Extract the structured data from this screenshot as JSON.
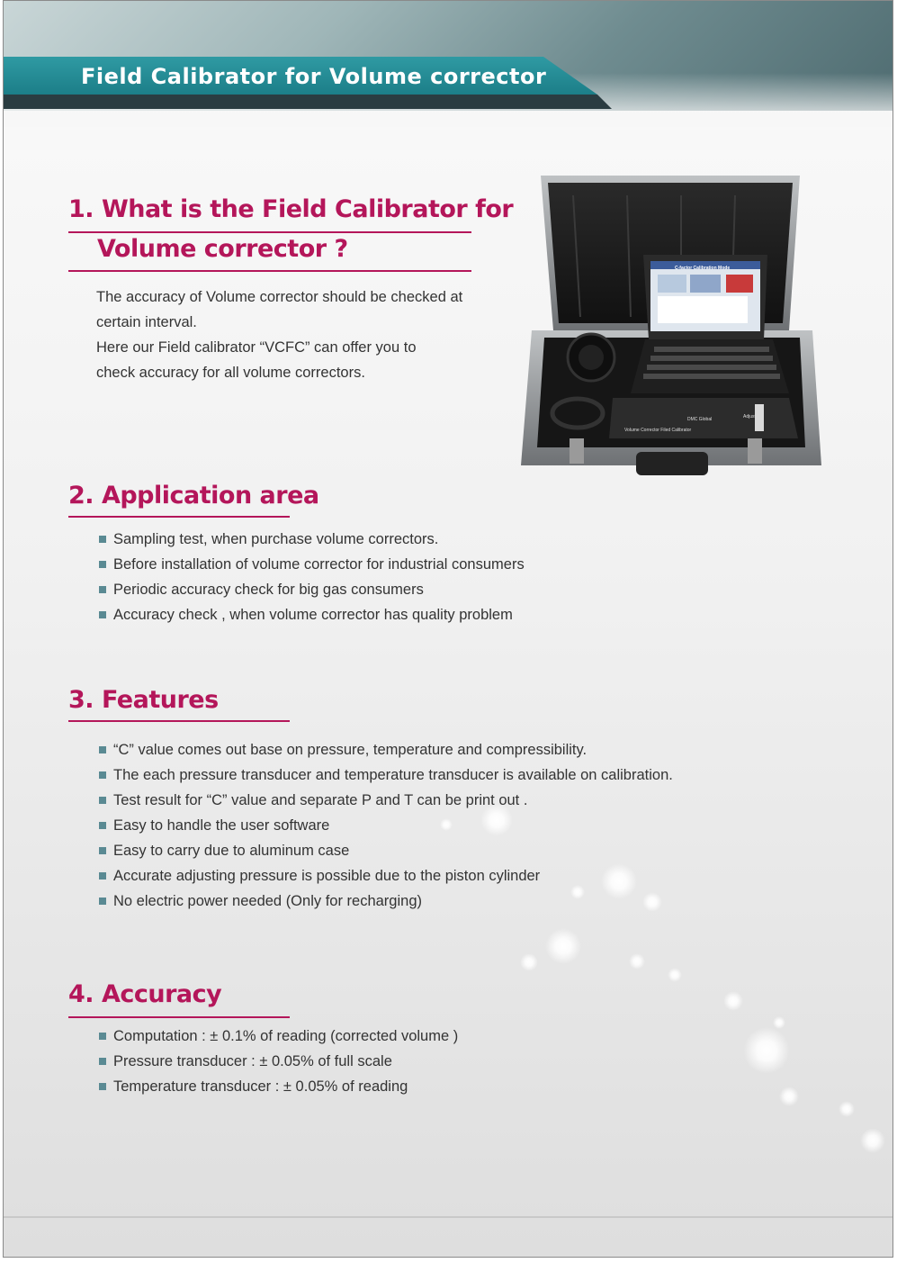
{
  "header": {
    "title": "Field Calibrator for Volume corrector"
  },
  "section1": {
    "title_line1": "1. What is the Field Calibrator for",
    "title_line2": "Volume corrector ?",
    "paragraph_lines": [
      "The accuracy of Volume corrector should be checked at",
      "certain interval.",
      "Here our Field calibrator “VCFC” can offer you to",
      "check accuracy for all volume correctors."
    ]
  },
  "product_image": {
    "screen_title": "C-factor Calibration Mode",
    "brand_label": "DMC Global",
    "device_label": "Volume Corrector Filed Calibrator",
    "adjust_label": "Adjust"
  },
  "section2": {
    "title": "2. Application area",
    "items": [
      "Sampling test, when purchase volume correctors.",
      "Before installation of volume corrector for industrial consumers",
      "Periodic accuracy check for big gas consumers",
      "Accuracy check , when volume corrector has quality problem"
    ]
  },
  "section3": {
    "title": "3. Features",
    "items": [
      "“C” value comes out base on pressure, temperature and compressibility.",
      "The each pressure transducer and temperature transducer is available on calibration.",
      "Test result  for “C” value and separate P and T can be print out .",
      "Easy to handle the user software",
      "Easy to carry due to aluminum case",
      "Accurate adjusting pressure is possible due to the piston cylinder",
      "No electric power needed (Only for recharging)"
    ]
  },
  "section4": {
    "title": "4. Accuracy",
    "items": [
      "Computation : ± 0.1% of reading (corrected volume )",
      "Pressure transducer : ± 0.05%  of full scale",
      "Temperature transducer : ± 0.05% of reading"
    ]
  },
  "colors": {
    "accent": "#b4165a",
    "banner": "#1c7e88",
    "bullet": "#5a8a93"
  }
}
